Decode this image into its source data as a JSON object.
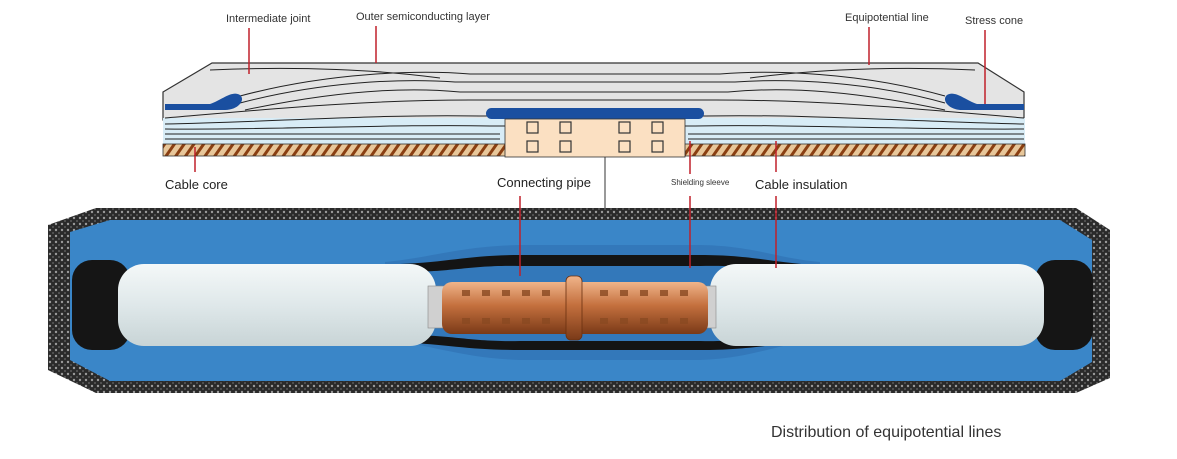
{
  "labels": {
    "intermediate_joint": "Intermediate joint",
    "outer_semiconducting_layer": "Outer semiconducting layer",
    "equipotential_line": "Equipotential line",
    "stress_cone": "Stress cone",
    "cable_core": "Cable core",
    "connecting_pipe": "Connecting pipe",
    "shielding_sleeve": "Shielding sleeve",
    "cable_insulation": "Cable insulation"
  },
  "caption": "Distribution of equipotential lines",
  "colors": {
    "leader_line": "#c0202a",
    "shield_blue": "#1a4fa0",
    "insulation_blue": "#3a86c8",
    "copper": "#b8683a",
    "cable_white": "#e6eef0",
    "jacket_black": "#1b1b1b"
  }
}
